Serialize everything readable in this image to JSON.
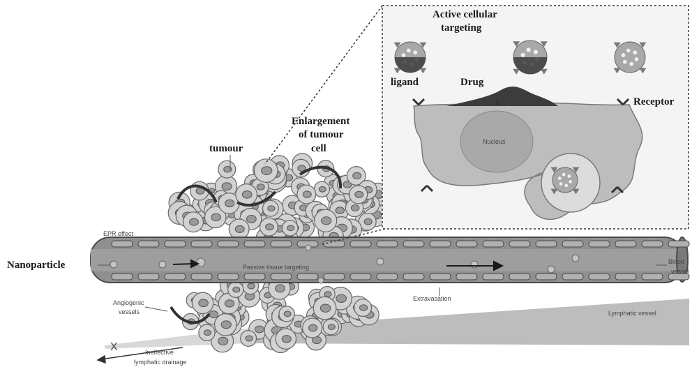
{
  "labels": {
    "active_cellular_targeting_1": "Active cellular",
    "active_cellular_targeting_2": "targeting",
    "ligand": "ligand",
    "drug": "Drug",
    "receptor": "Receptor",
    "nucleus": "Nucleus",
    "enlargement_1": "Enlargement",
    "enlargement_2": "of tumour",
    "enlargement_3": "cell",
    "tumour": "tumour",
    "epr_effect": "EPR effect",
    "nanoparticle": "Nanoparticle",
    "passive_tissue_targeting": "Passive tissue targeting",
    "blood_vessel_1": "Blood",
    "blood_vessel_2": "vessel",
    "extravasation": "Extravasation",
    "angiogenic_1": "Angiogenic",
    "angiogenic_2": "vessels",
    "lymphatic_vessel": "Lymphatic vessel",
    "ineffective_1": "Ineffective",
    "ineffective_2": "lymphatic drainage",
    "x_mark": "X"
  },
  "colors": {
    "cell_fill": "#d2d2d2",
    "cell_stroke": "#666666",
    "vessel_fill": "#8f8f8f",
    "vessel_dark": "#5a5a5a",
    "nanoparticle": "#a8a8a8",
    "nucleus": "#b9b9b9",
    "lymph": "#bdbdbd",
    "drug_dark": "#3c3c3c"
  }
}
